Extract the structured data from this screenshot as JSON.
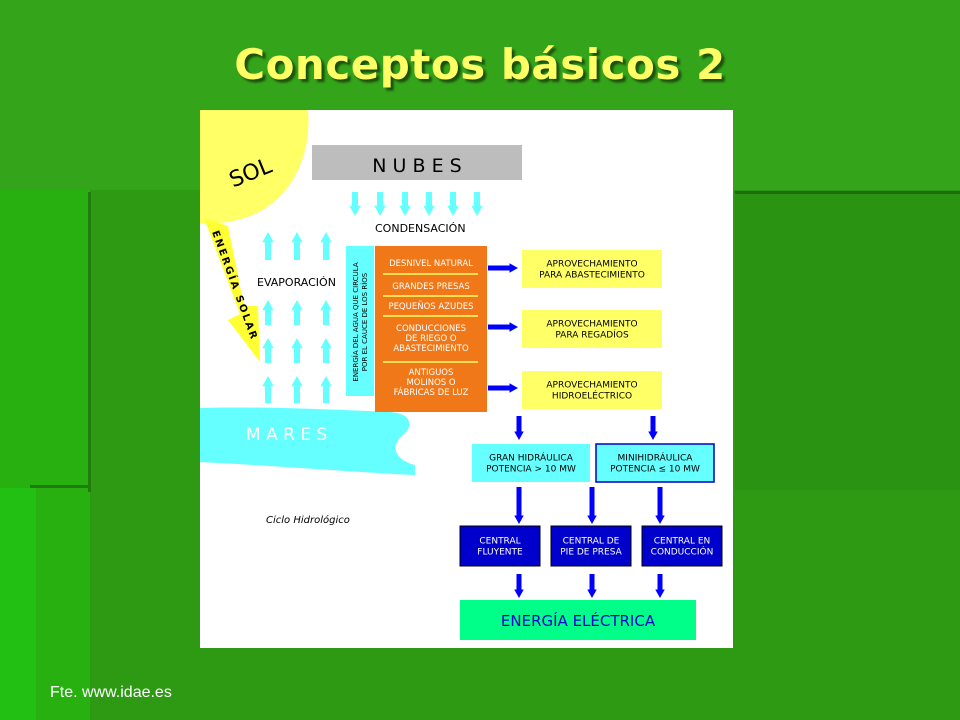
{
  "slide": {
    "title": "Conceptos básicos 2",
    "source": "Fte. www.idae.es"
  },
  "diagram": {
    "sun": "SOL",
    "clouds": "N U B E S",
    "condensation": "CONDENSACIÓN",
    "evaporation": "EVAPORACIÓN",
    "solar_energy": "ENERGÍA SOLAR",
    "seas": "M A R E S",
    "caption": "Ciclo Hidrológico",
    "river_energy_line1": "ENERGÍA DEL AGUA QUE CIRCULA",
    "river_energy_line2": "POR EL CAUCE DE LOS RÍOS",
    "orange_items": [
      [
        "DESNIVEL NATURAL"
      ],
      [
        "GRANDES PRESAS"
      ],
      [
        "PEQUEÑOS AZUDES"
      ],
      [
        "CONDUCCIONES",
        "DE RIEGO O",
        "ABASTECIMIENTO"
      ],
      [
        "ANTIGUOS",
        "MOLINOS O",
        "FÁBRICAS DE LUZ"
      ]
    ],
    "uses": [
      [
        "APROVECHAMIENTO",
        "PARA ABASTECIMIENTO"
      ],
      [
        "APROVECHAMIENTO",
        "PARA REGADÍOS"
      ],
      [
        "APROVECHAMIENTO",
        "HIDROELÉCTRICO"
      ]
    ],
    "hydro_types": [
      [
        "GRAN HIDRÁULICA",
        "POTENCIA > 10 MW"
      ],
      [
        "MINIHIDRÁULICA",
        "POTENCIA ≤ 10 MW"
      ]
    ],
    "plants": [
      [
        "CENTRAL",
        "FLUYENTE"
      ],
      [
        "CENTRAL DE",
        "PIE DE PRESA"
      ],
      [
        "CENTRAL EN",
        "CONDUCCIÓN"
      ]
    ],
    "output": "ENERGÍA ELÉCTRICA"
  },
  "colors": {
    "background": "#2e9a14",
    "title": "#ffff66",
    "sun": "#ffff66",
    "clouds": "#bdbdbd",
    "water": "#66ffff",
    "orange": "#f07818",
    "yellow_box": "#ffff66",
    "cyan_box": "#66ffff",
    "blue_box": "#0000cc",
    "green_box": "#00ff88",
    "blue_arrow": "#0000ff",
    "cyan_arrow": "#66ffff"
  }
}
